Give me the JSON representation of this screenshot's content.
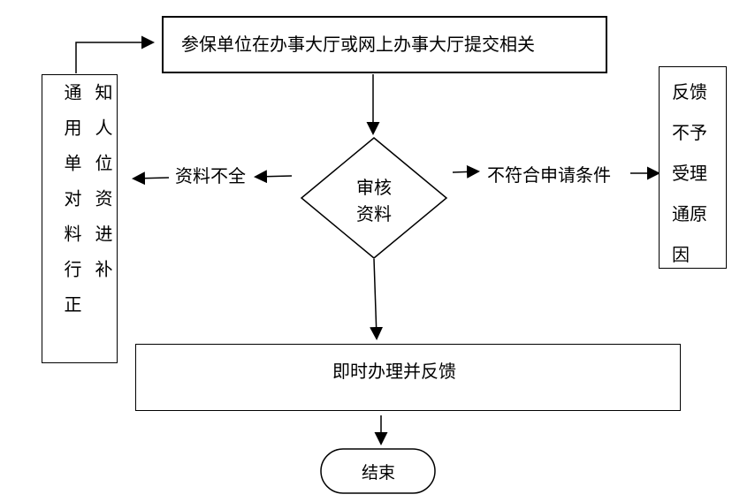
{
  "diagram": {
    "top_box": "参保单位在办事大厅或网上办事大厅提交相关",
    "decision_line1": "审核",
    "decision_line2": "资料",
    "left_label": "资料不全",
    "right_label": "不符合申请条件",
    "left_notice_col1": "知人位资进补",
    "left_notice_col2": "通用单对料行正",
    "right_notice": [
      "反馈",
      "不予",
      "受理",
      "通原",
      "因"
    ],
    "process_box": "即时办理并反馈",
    "end_label": "结束"
  }
}
